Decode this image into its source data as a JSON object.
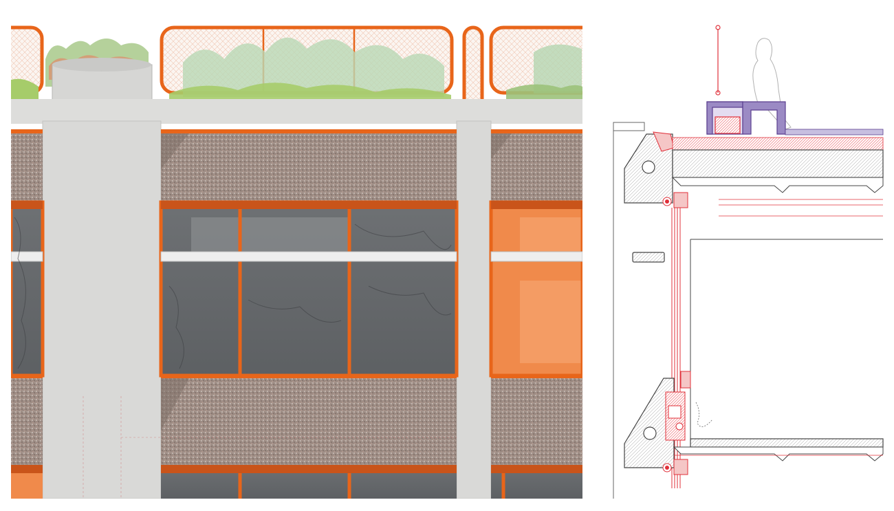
{
  "colors": {
    "background": "#ffffff",
    "frame_orange": "#e8651a",
    "frame_orange_dark": "#c9541a",
    "concrete": "#dcdcda",
    "concrete_dark": "#c8c8c6",
    "aggregate_panel": "#9a8a82",
    "glass": "#6f7275",
    "glass_light": "#8a8d90",
    "orange_panel": "#f08a4b",
    "planter_green": "#9cc27a",
    "planter_red": "#e07860",
    "section_red": "#e0303a",
    "section_purple": "#5b3f8f",
    "section_line": "#444444",
    "sill_white": "#f2f2f2"
  },
  "elevation": {
    "window_bays": 4,
    "planters": 2,
    "parapet_railings": 3
  },
  "section": {
    "figure_outline": true,
    "bench_present": true
  }
}
